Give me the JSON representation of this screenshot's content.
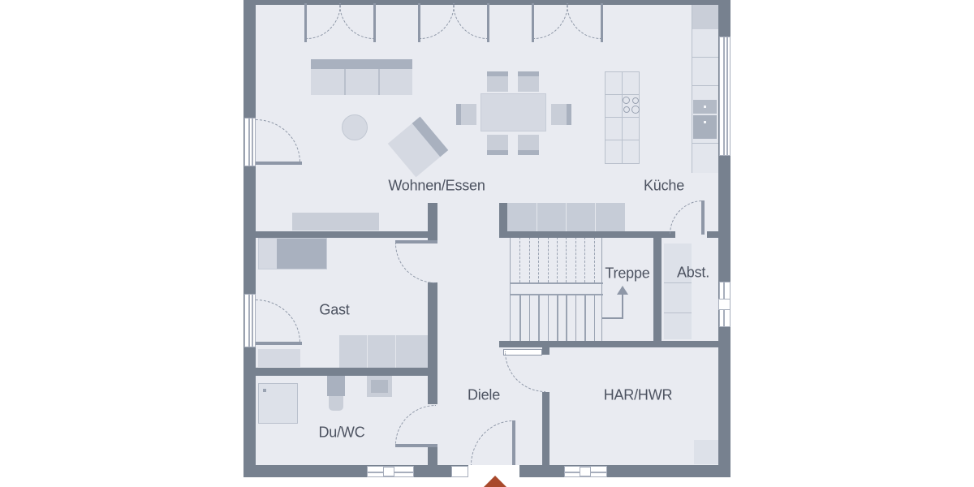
{
  "plan": {
    "type": "residential-floor-plan-ground-floor",
    "rooms": {
      "wohnen_essen": {
        "label": "Wohnen/Essen"
      },
      "kueche": {
        "label": "Küche"
      },
      "gast": {
        "label": "Gast"
      },
      "treppe": {
        "label": "Treppe"
      },
      "abst": {
        "label": "Abst."
      },
      "diele": {
        "label": "Diele"
      },
      "du_wc": {
        "label": "Du/WC"
      },
      "har_hwr": {
        "label": "HAR/HWR"
      }
    },
    "stairs": {
      "upper_treads": 9,
      "lower_treads": 9,
      "direction": "up"
    },
    "entrance": {
      "marker": "arrow-up"
    },
    "colors": {
      "wall": "#77818f",
      "floor": "#e9ebf1",
      "furniture_light": "#d5d9e2",
      "furniture_dark": "#a9b1bf",
      "line": "#9aa3b2",
      "label_text": "#4d5361",
      "entrance_arrow": "#a8492c"
    }
  }
}
